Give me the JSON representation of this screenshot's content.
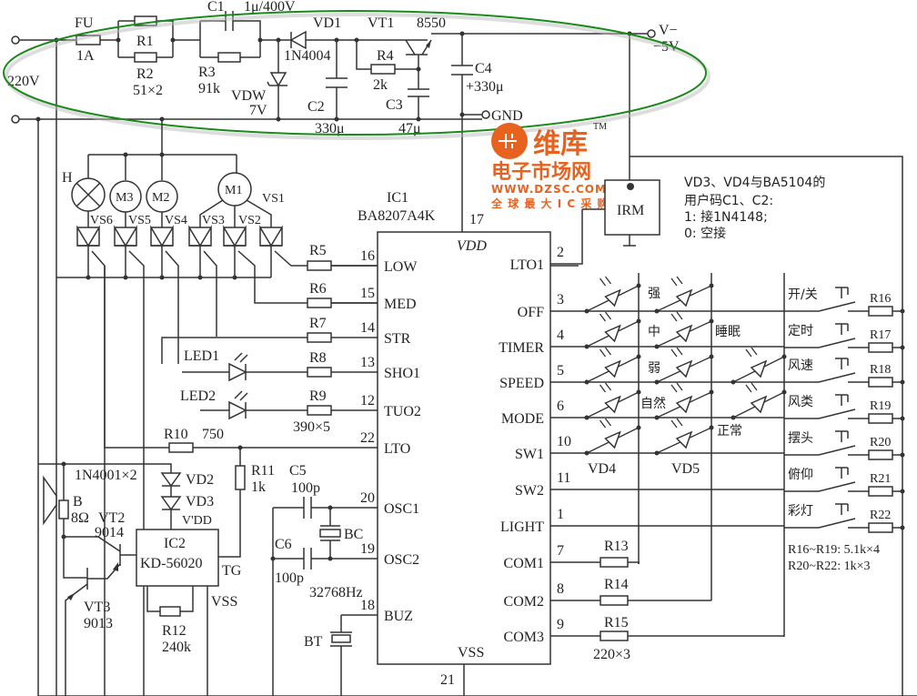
{
  "power_supply": {
    "ac_input_label": "220V",
    "fuse": {
      "name": "FU",
      "value": "1A"
    },
    "r1": "R1",
    "r2": {
      "name": "R2",
      "value": "51×2"
    },
    "c1": {
      "name": "C1",
      "value": "1μ/400V"
    },
    "r3": {
      "name": "R3",
      "value": "91k"
    },
    "vd1": {
      "name": "VD1",
      "value": "1N4004"
    },
    "vdw": {
      "name": "VDW",
      "value": "7V"
    },
    "c2": {
      "name": "C2",
      "value": "330μ"
    },
    "vt1": {
      "name": "VT1",
      "value": "8550"
    },
    "r4": {
      "name": "R4",
      "value": "2k"
    },
    "c3": {
      "name": "C3",
      "value": "47μ"
    },
    "c4": {
      "name": "C4",
      "value": "+330μ"
    },
    "vout": {
      "label": "V−",
      "value": "−5V"
    },
    "gnd": "GND",
    "highlight_color": "#1a8a1a"
  },
  "loads": {
    "lamp": "H",
    "motors": [
      "M3",
      "M2",
      "M1"
    ],
    "triacs": [
      "VS6",
      "VS5",
      "VS4",
      "VS3",
      "VS2",
      "VS1"
    ],
    "gate_resistors": [
      "R5",
      "R6",
      "R7",
      "R8",
      "R9"
    ],
    "gate_resistor_value": "390×5",
    "leds": [
      "LED1",
      "LED2"
    ],
    "r10": {
      "name": "R10",
      "value": "750"
    }
  },
  "ic1": {
    "name": "IC1",
    "part": "BA8207A4K",
    "vdd_label": "VDD",
    "vdd_pin": "17",
    "vss_label": "VSS",
    "vss_pin": "21",
    "left_pins": [
      {
        "num": "16",
        "label": "LOW"
      },
      {
        "num": "15",
        "label": "MED"
      },
      {
        "num": "14",
        "label": "STR"
      },
      {
        "num": "13",
        "label": "SHO1"
      },
      {
        "num": "12",
        "label": "TUO2"
      },
      {
        "num": "22",
        "label": "LTO"
      },
      {
        "num": "20",
        "label": "OSC1"
      },
      {
        "num": "19",
        "label": "OSC2"
      },
      {
        "num": "18",
        "label": "BUZ"
      }
    ],
    "right_pins": [
      {
        "num": "2",
        "label": "LTO1"
      },
      {
        "num": "3",
        "label": "OFF"
      },
      {
        "num": "4",
        "label": "TIMER"
      },
      {
        "num": "5",
        "label": "SPEED"
      },
      {
        "num": "6",
        "label": "MODE"
      },
      {
        "num": "10",
        "label": "SW1"
      },
      {
        "num": "11",
        "label": "SW2"
      },
      {
        "num": "1",
        "label": "LIGHT"
      },
      {
        "num": "7",
        "label": "COM1"
      },
      {
        "num": "8",
        "label": "COM2"
      },
      {
        "num": "9",
        "label": "COM3"
      }
    ]
  },
  "irm": {
    "label": "IRM"
  },
  "note": {
    "line1": "VD3、VD4与BA5104的",
    "line2": "用户码C1、C2:",
    "line3": "1: 接1N4148;",
    "line4": "0: 空接"
  },
  "led_matrix": {
    "labels": [
      "强",
      "中",
      "弱",
      "自然",
      "睡眠",
      "正常"
    ],
    "diodes": [
      "VD4",
      "VD5"
    ]
  },
  "keys": [
    {
      "label": "开/关",
      "resistor": "R16"
    },
    {
      "label": "定时",
      "resistor": "R17"
    },
    {
      "label": "风速",
      "resistor": "R18"
    },
    {
      "label": "风类",
      "resistor": "R19"
    },
    {
      "label": "摆头",
      "resistor": "R20"
    },
    {
      "label": "俯仰",
      "resistor": "R21"
    },
    {
      "label": "彩灯",
      "resistor": "R22"
    }
  ],
  "key_resistor_notes": [
    "R16~R19: 5.1k×4",
    "R20~R22: 1k×3"
  ],
  "com_resistors": {
    "names": [
      "R13",
      "R14",
      "R15"
    ],
    "value": "220×3"
  },
  "oscillator": {
    "c5": {
      "name": "C5",
      "value": "100p"
    },
    "c6": {
      "name": "C6",
      "value": "100p"
    },
    "crystal": {
      "name": "BC",
      "value": "32768Hz"
    },
    "buzzer": "BT"
  },
  "sound": {
    "diodes_label": "1N4001×2",
    "vd2": "VD2",
    "vd3": "VD3",
    "vdd_label": "V'DD",
    "speaker": {
      "name": "B",
      "value": "8Ω"
    },
    "vt2": {
      "name": "VT2",
      "value": "9014"
    },
    "vt3": {
      "name": "VT3",
      "value": "9013"
    },
    "ic2": {
      "name": "IC2",
      "part": "KD-56020"
    },
    "tg_label": "TG",
    "vss_label": "VSS",
    "r11": {
      "name": "R11",
      "value": "1k"
    },
    "r12": {
      "name": "R12",
      "value": "240k"
    }
  },
  "watermark": {
    "brand": "维库",
    "sub": "电子市场网",
    "url": "WWW.DZSC.COM",
    "slogan": "全 球 最 大 I C 采 购 网 站",
    "tm": "TM",
    "color": "#e8621f"
  }
}
